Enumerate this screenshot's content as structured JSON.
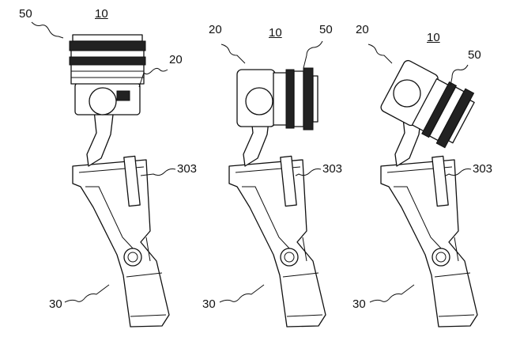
{
  "figures": [
    {
      "lens_label": "50",
      "device_label": "10",
      "camera_label": "20",
      "module_label": "303",
      "handle_label": "30"
    },
    {
      "lens_label": "50",
      "device_label": "10",
      "camera_label": "20",
      "module_label": "303",
      "handle_label": "30"
    },
    {
      "lens_label": "50",
      "device_label": "10",
      "camera_label": "20",
      "module_label": "303",
      "handle_label": "30"
    }
  ]
}
